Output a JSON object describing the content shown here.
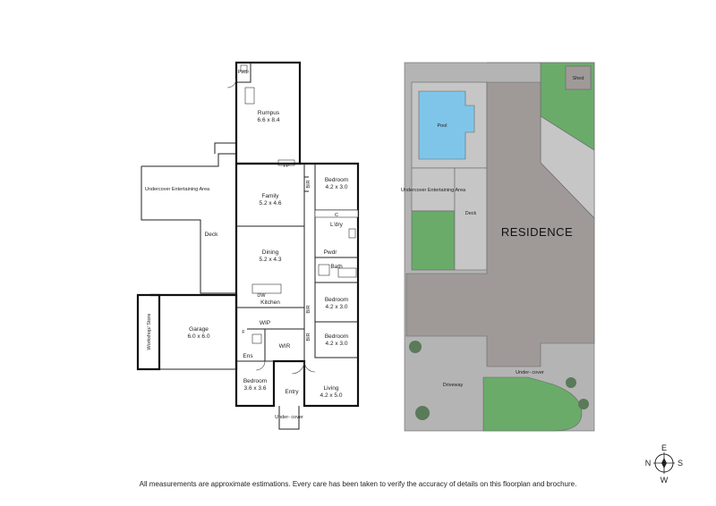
{
  "floorplan": {
    "rooms": [
      {
        "id": "pwdr-top",
        "name": "Pwdr",
        "size": ""
      },
      {
        "id": "rumpus",
        "name": "Rumpus",
        "size": "6.6 x 8.4"
      },
      {
        "id": "fp",
        "name": "FP",
        "size": ""
      },
      {
        "id": "bir-1",
        "name": "BIR",
        "size": ""
      },
      {
        "id": "bedroom-1",
        "name": "Bedroom",
        "size": "4.2 x 3.0"
      },
      {
        "id": "undercover-entertaining",
        "name": "Undercover Entertaining Area",
        "size": ""
      },
      {
        "id": "family",
        "name": "Family",
        "size": "5.2 x 4.6"
      },
      {
        "id": "cupboard",
        "name": "C",
        "size": ""
      },
      {
        "id": "ldry",
        "name": "L'dry",
        "size": ""
      },
      {
        "id": "deck",
        "name": "Deck",
        "size": ""
      },
      {
        "id": "dining",
        "name": "Dining",
        "size": "5.2 x 4.3"
      },
      {
        "id": "pwdr-mid",
        "name": "Pwdr",
        "size": ""
      },
      {
        "id": "bath",
        "name": "Bath",
        "size": ""
      },
      {
        "id": "kitchen",
        "name": "Kitchen",
        "size": ""
      },
      {
        "id": "dw",
        "name": "DW",
        "size": ""
      },
      {
        "id": "bir-2",
        "name": "BIR",
        "size": ""
      },
      {
        "id": "bedroom-2",
        "name": "Bedroom",
        "size": "4.2 x 3.0"
      },
      {
        "id": "workshop",
        "name": "Workshop/ Store",
        "size": ""
      },
      {
        "id": "garage",
        "name": "Garage",
        "size": "6.0 x 6.0"
      },
      {
        "id": "wip",
        "name": "WIP",
        "size": ""
      },
      {
        "id": "fridge",
        "name": "F",
        "size": ""
      },
      {
        "id": "wir",
        "name": "WIR",
        "size": ""
      },
      {
        "id": "bir-3",
        "name": "BIR",
        "size": ""
      },
      {
        "id": "bedroom-3",
        "name": "Bedroom",
        "size": "4.2 x 3.0"
      },
      {
        "id": "ens",
        "name": "Ens",
        "size": ""
      },
      {
        "id": "bedroom-4",
        "name": "Bedroom",
        "size": "3.6 x 3.6"
      },
      {
        "id": "entry",
        "name": "Entry",
        "size": ""
      },
      {
        "id": "living",
        "name": "Living",
        "size": "4.2 x 5.0"
      },
      {
        "id": "undercover-front",
        "name": "Under- cover",
        "size": ""
      }
    ]
  },
  "siteplan": {
    "labels": {
      "shed": "Shed",
      "pool": "Pool",
      "undercover_entertaining": "Undercover Entertaining Area",
      "deck": "Deck",
      "residence": "RESIDENCE",
      "undercover": "Under- cover",
      "driveway": "Driveway"
    },
    "colors": {
      "site": "#b4b4b4",
      "building": "#9f9a98",
      "lawn": "#6aab6a",
      "pool": "#7fc5ea",
      "paving": "#c6c6c6"
    }
  },
  "compass": {
    "n": "N",
    "e": "E",
    "s": "S",
    "w": "W"
  },
  "disclaimer": "All measurements are approximate estimations. Every care has been taken to verify the accuracy of details on this floorplan and brochure."
}
